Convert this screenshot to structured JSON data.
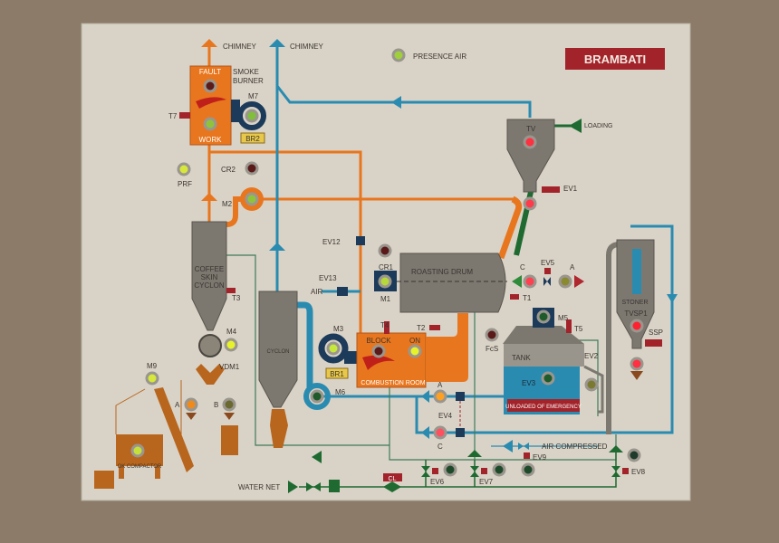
{
  "logo": "BRAMBATI",
  "labels": {
    "chimney_left": "CHIMNEY",
    "chimney_right": "CHIMNEY",
    "presence_air": "PRESENCE AIR",
    "fault": "FAULT",
    "work": "WORK",
    "smoke": "SMOKE",
    "burner": "BURNER",
    "m7": "M7",
    "br2": "BR2",
    "t7": "T7",
    "prf": "PRF",
    "cr2": "CR2",
    "m2": "M2",
    "coffee": "COFFEE",
    "skin": "SKIN",
    "cyclon_word": "CYCLON",
    "t3": "T3",
    "m4": "M4",
    "vdm1": "VDM1",
    "a_left": "A",
    "b_left": "B",
    "m9": "M9",
    "ok_compactor": "OK COMPACTOR",
    "cyclon": "CYCLON",
    "m3": "M3",
    "br1": "BR1",
    "block": "BLOCK",
    "on": "ON",
    "combustion_room": "COMBUSTION ROOM",
    "t4": "T4",
    "t2": "T2",
    "ev12": "EV12",
    "ev13": "EV13",
    "air": "AIR",
    "cr1": "CR1",
    "m1": "M1",
    "roasting_drum": "ROASTING DRUM",
    "tv": "TV",
    "loading": "LOADING",
    "ev1": "EV1",
    "c_top": "C",
    "ev5": "EV5",
    "a_top": "A",
    "t1": "T1",
    "fcs": "FcS",
    "m5": "M5",
    "t5": "T5",
    "tank": "TANK",
    "ev3": "EV3",
    "unloaded": "UNLOADED OF EMERGENCY",
    "ev2": "EV2",
    "stoner": "STONER",
    "tvsp1": "TVSP1",
    "ssp": "SSP",
    "m6": "M6",
    "a_mid": "A",
    "c_mid": "C",
    "ev4": "EV4",
    "air_compressed": "AIR COMPRESSED",
    "ev9": "EV9",
    "water_net": "WATER NET",
    "cl": "CL",
    "ev6": "EV6",
    "ev7": "EV7",
    "ev8": "EV8"
  },
  "lamps": {
    "presence_air": "#9fcf3a",
    "fault": "#5a1a1a",
    "work": "#8fc43a",
    "m7": "#7fbf3a",
    "prf": "#d6e83a",
    "cr2": "#5a1a1a",
    "m2": "#8fc43a",
    "m4": "#e6f22a",
    "a_left": "#f08a1a",
    "b_left": "#6a6a30",
    "m9": "#d6e83a",
    "ok_compactor": "#c6e03a",
    "m3": "#c6e83a",
    "block": "#5a1a1a",
    "on": "#e6f22a",
    "cr1": "#5a1a1a",
    "m1": "#b6d83a",
    "tv": "#ff3040",
    "ev1_out": "#ff3a4a",
    "c_top": "#ff4050",
    "a_top": "#8a8a30",
    "fcs": "#5a1a1a",
    "m5": "#1e5a2a",
    "ev3": "#1e5a2a",
    "ev2": "#7a7a30",
    "tvsp1": "#ff2030",
    "ssp_out": "#ff3040",
    "m6": "#1e5a2a",
    "a_mid": "#ffa020",
    "c_mid": "#ff5060",
    "ev6": "#1e4a2a",
    "ev7": "#1e4a2a",
    "ev9": "#1e4a2a",
    "ev8": "#1e3a2a"
  },
  "colors": {
    "panel": "#d9d3c7",
    "orange": "#e8761e",
    "blue": "#2a8bb0",
    "green": "#1e6a30",
    "grey": "#7c7870",
    "brown": "#b8661e",
    "red": "#a3232a",
    "navy": "#1c3a5a"
  }
}
